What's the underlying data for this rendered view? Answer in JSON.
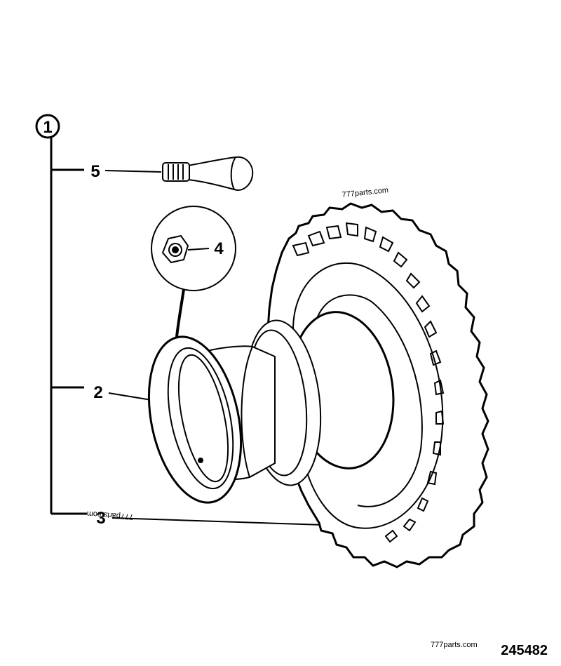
{
  "diagram": {
    "assembly_number": "1",
    "callouts": [
      {
        "id": "rim",
        "label": "2"
      },
      {
        "id": "tyre",
        "label": "3"
      },
      {
        "id": "valve",
        "label": "4"
      },
      {
        "id": "nut",
        "label": "5"
      }
    ],
    "watermarks": [
      "777parts.com",
      "777parts.com",
      "777parts.com"
    ],
    "figure_number": "245482"
  }
}
